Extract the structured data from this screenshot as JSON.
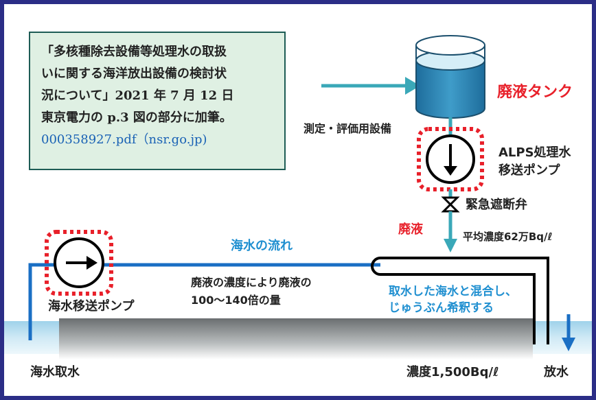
{
  "note": {
    "lines": [
      "「多核種除去設備等処理水の取扱",
      "いに関する海洋放出設備の検討状",
      "況について」2021 年 7 月 12 日",
      "東京電力の p.3 図の部分に加筆。"
    ],
    "link": "000358927.pdf（nsr.go.jp)"
  },
  "labels": {
    "tank": "廃液タンク",
    "measurement": "測定・評価用設備",
    "alps_pump_1": "ALPS処理水",
    "alps_pump_2": "移送ポンプ",
    "valve": "緊急遮断弁",
    "waste_liquid": "廃液",
    "avg_concentration": "平均濃度62万Bq/ℓ",
    "seawater_flow": "海水の流れ",
    "seawater_amount_1": "廃液の濃度により廃液の",
    "seawater_amount_2": "100〜140倍の量",
    "seawater_pump": "海水移送ポンプ",
    "dilution_1": "取水した海水と混合し、",
    "dilution_2": "じゅうぶん希釈する",
    "intake": "海水取水",
    "discharge_concentration": "濃度1,500Bq/ℓ",
    "discharge": "放水"
  },
  "colors": {
    "frame": "#2b2d86",
    "note_bg": "#dff0e3",
    "link": "#1a62b5",
    "red": "#e8202a",
    "blue": "#1f8fd0",
    "pipe": "#1a6fc4",
    "teal": "#3aa8b8"
  }
}
